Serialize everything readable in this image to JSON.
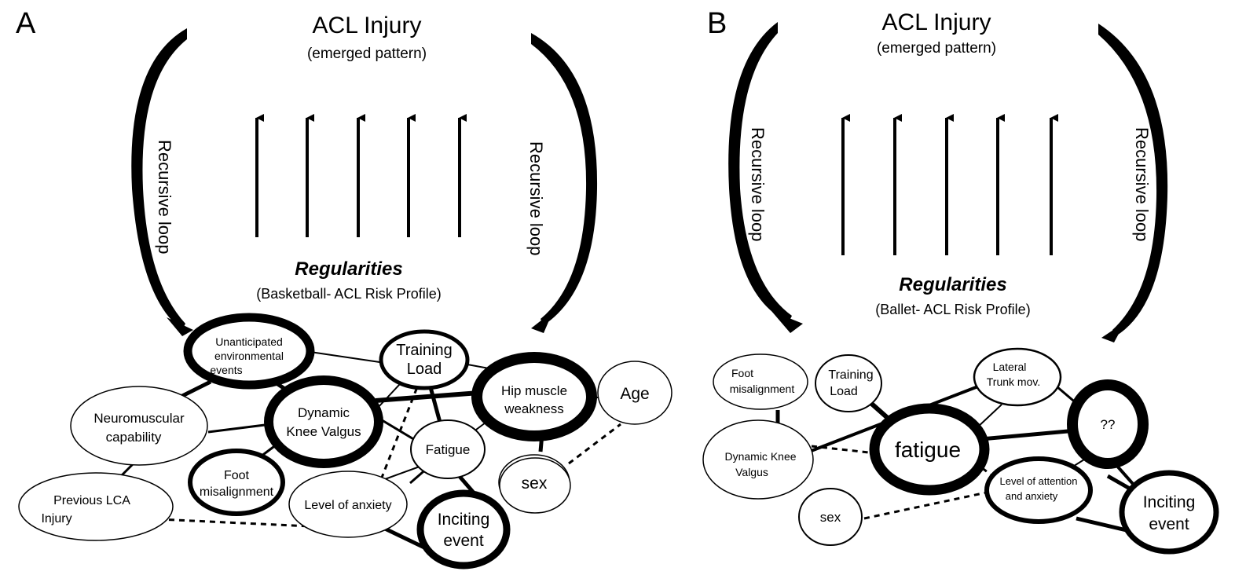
{
  "panels": [
    {
      "letter": "A",
      "title": "ACL Injury",
      "subtitle": "(emerged pattern)",
      "loop_left": "Recursive loop",
      "loop_right": "Recursive loop",
      "regularities": "Regularities",
      "profile": "(Basketball- ACL Risk  Profile)",
      "nodes": {
        "unanticipated": [
          "Unanticipated",
          "environmental",
          "events"
        ],
        "training": [
          "Training",
          "Load"
        ],
        "hip": [
          "Hip muscle",
          "weakness"
        ],
        "age": [
          "Age"
        ],
        "neuromuscular": [
          "Neuromuscular",
          "capability"
        ],
        "dkv": [
          "Dynamic",
          "Knee Valgus"
        ],
        "fatigue": [
          "Fatigue"
        ],
        "sex": [
          "sex"
        ],
        "foot": [
          "Foot",
          "misalignment"
        ],
        "previous": [
          "Previous LCA",
          "Injury"
        ],
        "anxiety": [
          "Level of anxiety"
        ],
        "inciting": [
          "Inciting",
          "event"
        ]
      }
    },
    {
      "letter": "B",
      "title": "ACL Injury",
      "subtitle": "(emerged pattern)",
      "loop_left": "Recursive loop",
      "loop_right": "Recursive loop",
      "regularities": "Regularities",
      "profile": "(Ballet- ACL Risk  Profile)",
      "nodes": {
        "foot": [
          "Foot",
          "misalignment"
        ],
        "training": [
          "Training",
          "Load"
        ],
        "lateral": [
          "Lateral",
          "Trunk mov."
        ],
        "dkv": [
          "Dynamic Knee",
          "Valgus"
        ],
        "fatigue": [
          "fatigue"
        ],
        "unknown": [
          "??"
        ],
        "attention": [
          "Level of attention",
          "and anxiety"
        ],
        "sex": [
          "sex"
        ],
        "inciting": [
          "Inciting",
          "event"
        ]
      }
    }
  ]
}
